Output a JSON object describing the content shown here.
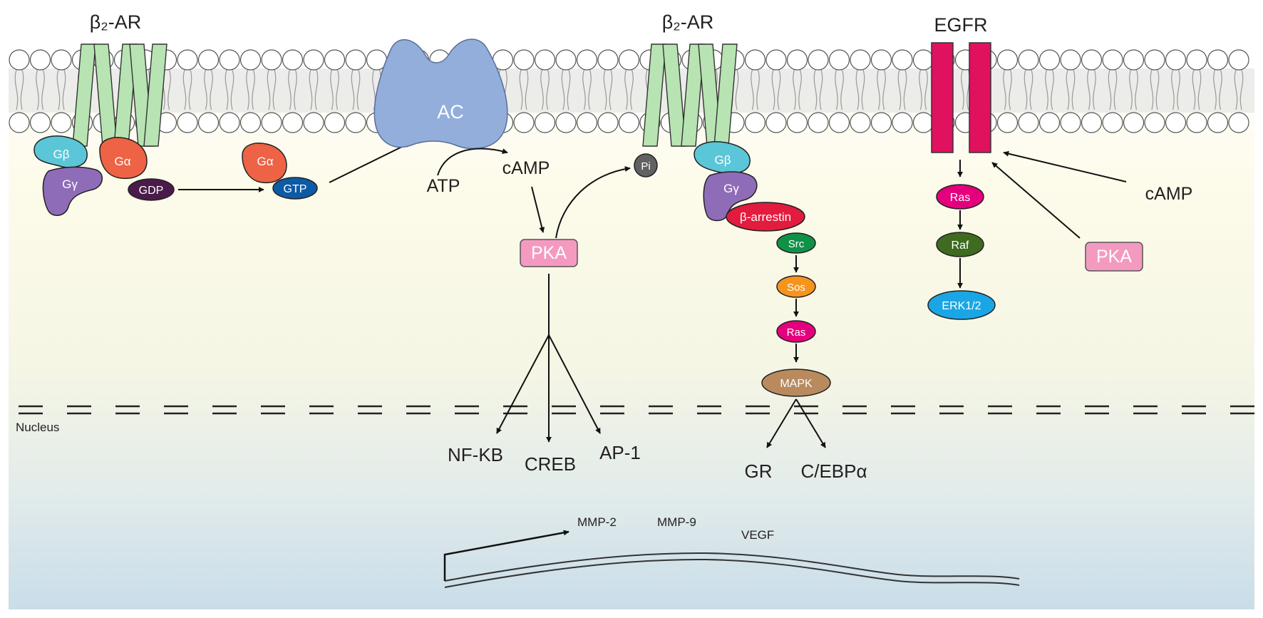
{
  "receptors": {
    "b2ar_left": "β₂-AR",
    "b2ar_mid": "β₂-AR",
    "egfr": "EGFR",
    "ac": "AC"
  },
  "g_protein": {
    "gb": "Gβ",
    "gg": "Gγ",
    "ga": "Gα",
    "gdp": "GDP",
    "gtp": "GTP"
  },
  "second_messengers": {
    "atp": "ATP",
    "camp": "cAMP",
    "camp_right": "cAMP",
    "pi": "Pi"
  },
  "kinases": {
    "pka_center": "PKA",
    "pka_right": "PKA"
  },
  "arrestin_pathway": [
    "β-arrestin",
    "Src",
    "Sos",
    "Ras",
    "MAPK"
  ],
  "egfr_pathway": [
    "Ras",
    "Raf",
    "ERK1/2"
  ],
  "transcription_factors": {
    "pka_targets": [
      "NF-KB",
      "CREB",
      "AP-1"
    ],
    "mapk_targets": [
      "GR",
      "C/EBPα"
    ]
  },
  "nucleus_label": "Nucleus",
  "genes": [
    "MMP-2",
    "MMP-9",
    "VEGF"
  ],
  "colors": {
    "helix": "#b7e4b2",
    "ac": "#93aedb",
    "gbeta": "#5bc6d8",
    "ggamma": "#8f6cb8",
    "galpha": "#ee6345",
    "gdp": "#4a1a4a",
    "gtp": "#0d5aa6",
    "pka": "#f49ac1",
    "arrestin": "#e31b3e",
    "src": "#109148",
    "sos": "#f7941d",
    "ras": "#e4007c",
    "mapk": "#b88a5e",
    "raf": "#3e6b1f",
    "erk": "#1aa6e5",
    "egfr": "#e0115f",
    "pi": "#616161"
  }
}
